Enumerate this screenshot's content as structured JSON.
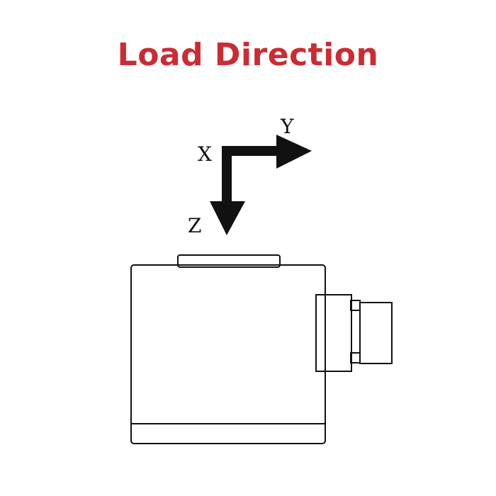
{
  "title": "Load Direction",
  "axes": {
    "x_label": "X",
    "y_label": "Y",
    "z_label": "Z"
  },
  "colors": {
    "title": "#cc2b33",
    "ink": "#111111",
    "background": "#ffffff"
  }
}
